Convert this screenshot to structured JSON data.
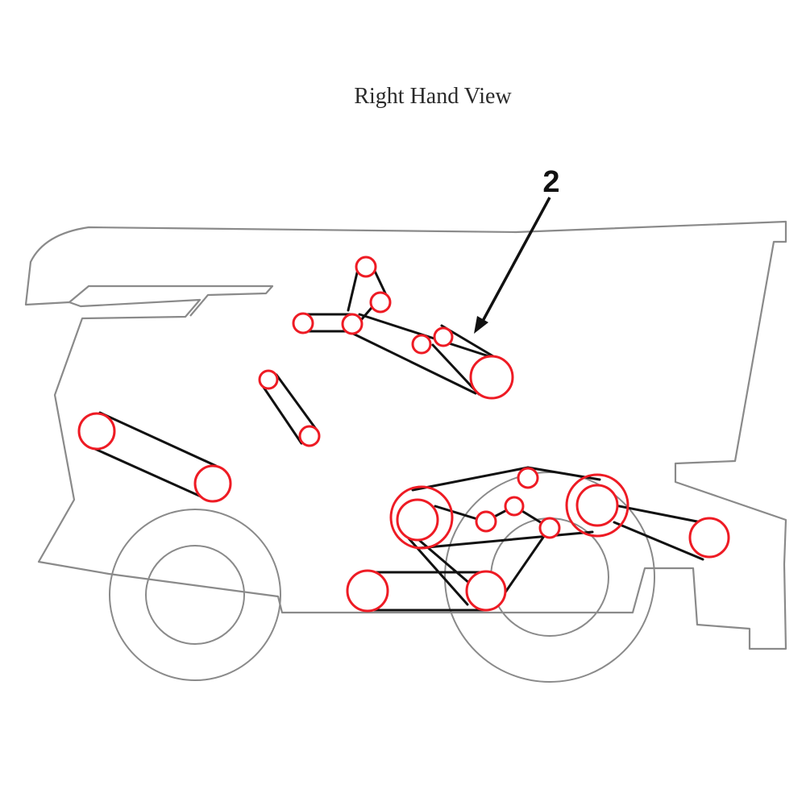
{
  "title": "Right Hand View",
  "callout": {
    "label": "2"
  },
  "colors": {
    "pulley": "#ee1b24",
    "belt": "#111111",
    "outline": "#8a8a8a"
  },
  "drawing": {
    "subject": "combine-harvester",
    "components": [
      "pulleys",
      "drive-belts",
      "front-wheel",
      "rear-wheel",
      "body-outline"
    ]
  }
}
